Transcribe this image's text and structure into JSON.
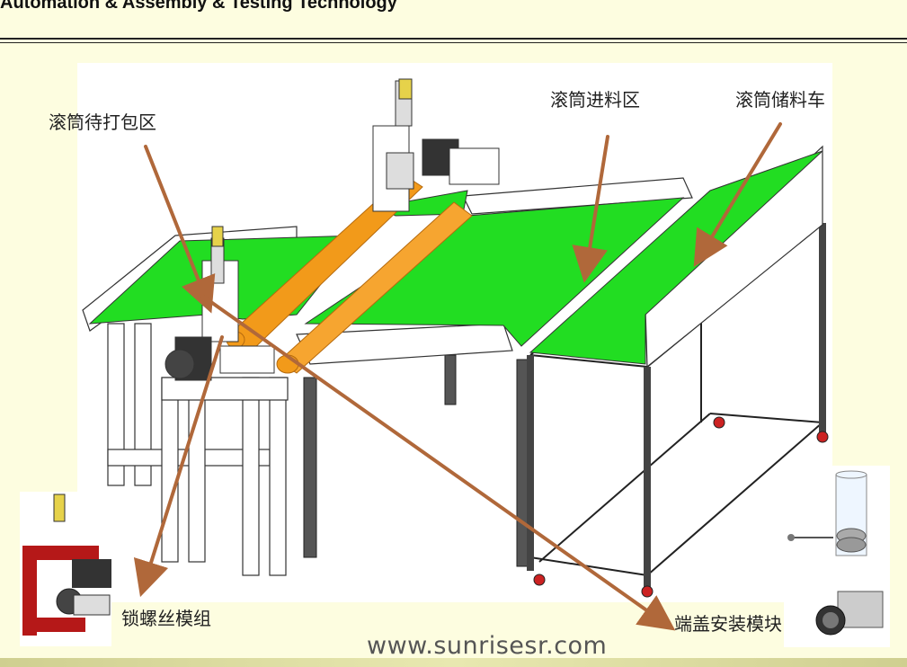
{
  "header": {
    "title": "Automation & Assembly & Testing Technology"
  },
  "labels": {
    "drum_waiting_packing": "滚筒待打包区",
    "drum_feeding_area": "滚筒进料区",
    "drum_storage_cart": "滚筒储料车",
    "screw_locking_module": "锁螺丝模组",
    "end_cap_install_module": "端盖安装模块"
  },
  "footer": {
    "url": "www.sunrisesr.com"
  },
  "colors": {
    "background": "#fdfde0",
    "conveyor_green": "#22dd22",
    "roller_orange": "#f29a1a",
    "arrow_brown": "#b0683a"
  }
}
